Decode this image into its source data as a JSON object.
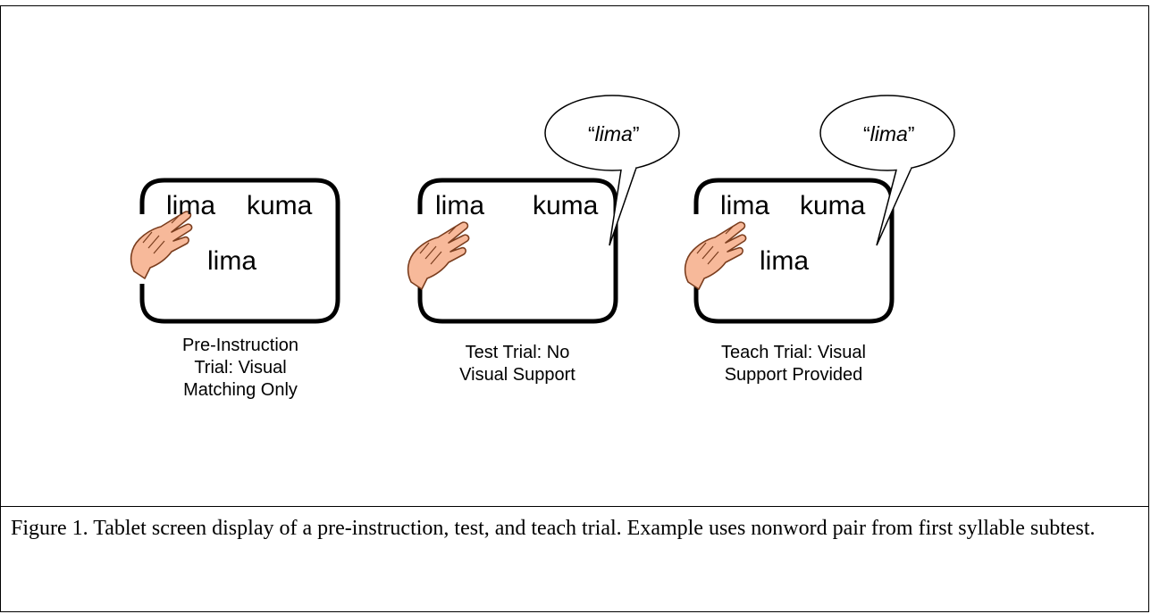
{
  "panels": [
    {
      "top_words": [
        "lima",
        "kuma"
      ],
      "sample_word": "lima",
      "speech": null,
      "label_lines": [
        "Pre-Instruction",
        "Trial: Visual",
        "Matching Only"
      ]
    },
    {
      "top_words": [
        "lima",
        "kuma"
      ],
      "sample_word": "",
      "speech": {
        "open": "“",
        "word": "lima",
        "close": "”"
      },
      "label_lines": [
        "Test Trial: No",
        "Visual Support"
      ]
    },
    {
      "top_words": [
        "lima",
        "kuma"
      ],
      "sample_word": "lima",
      "speech": {
        "open": "“",
        "word": "lima",
        "close": "”"
      },
      "label_lines": [
        "Teach Trial: Visual",
        "Support Provided"
      ]
    }
  ],
  "icons": [
    "pointing-hand-icon",
    "speech-bubble-icon"
  ],
  "colors": {
    "hand_fill": "#f7b99a",
    "hand_stroke": "#7a3d1e"
  },
  "caption": "Figure 1.  Tablet screen display of a pre-instruction, test, and teach trial. Example uses nonword pair from first syllable subtest."
}
